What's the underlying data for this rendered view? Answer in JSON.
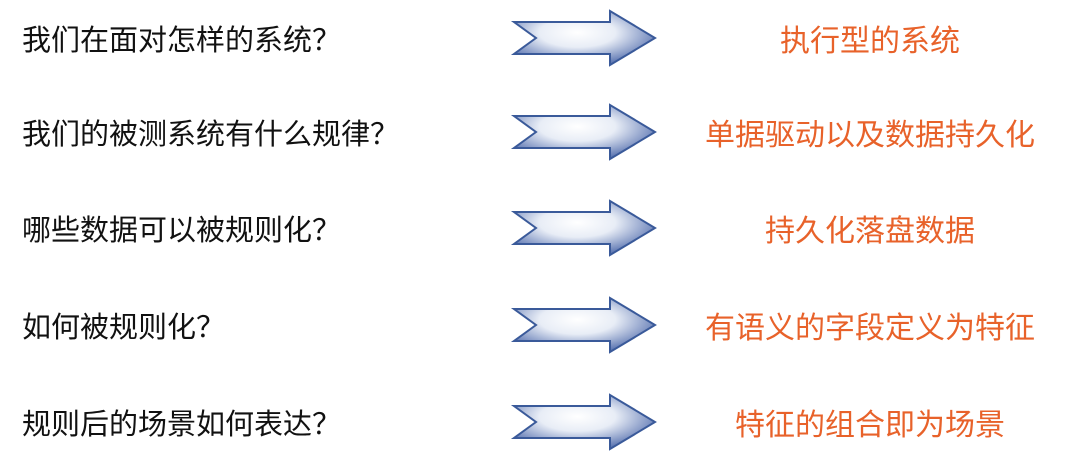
{
  "colors": {
    "answer": "#E8622A",
    "question": "#111111",
    "arrow_stroke": "#3A5A9A",
    "arrow_fill": "#6F86BD"
  },
  "rows": [
    {
      "question": "我们在面对怎样的系统？",
      "answer": "执行型的系统"
    },
    {
      "question": "我们的被测系统有什么规律？",
      "answer": "单据驱动以及数据持久化"
    },
    {
      "question": "哪些数据可以被规则化？",
      "answer": "持久化落盘数据"
    },
    {
      "question": "如何被规则化？",
      "answer": "有语义的字段定义为特征"
    },
    {
      "question": "规则后的场景如何表达？",
      "answer": "特征的组合即为场景"
    }
  ]
}
